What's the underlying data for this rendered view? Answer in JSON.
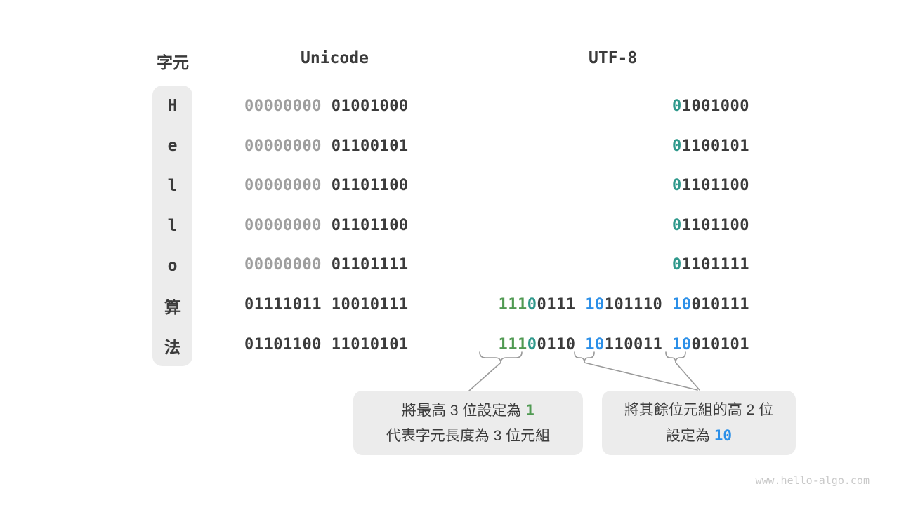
{
  "header": {
    "char": "字元",
    "unicode": "Unicode",
    "utf8": "UTF-8"
  },
  "colors": {
    "dark": "#3b3b3b",
    "gray": "#9e9e9e",
    "green": "#509a52",
    "teal": "#30998c",
    "blue": "#2b8fe8",
    "box_bg": "#ececec",
    "line": "#9a9a9a",
    "watermark": "#c9c9c9"
  },
  "rows": [
    {
      "char": "H",
      "unicode": [
        [
          {
            "t": "00000000",
            "c": "gray"
          }
        ],
        [
          {
            "t": "01001000",
            "c": "dark"
          }
        ]
      ],
      "utf8": [
        [
          {
            "t": "0",
            "c": "teal"
          },
          {
            "t": "1001000",
            "c": "dark"
          }
        ]
      ]
    },
    {
      "char": "e",
      "unicode": [
        [
          {
            "t": "00000000",
            "c": "gray"
          }
        ],
        [
          {
            "t": "01100101",
            "c": "dark"
          }
        ]
      ],
      "utf8": [
        [
          {
            "t": "0",
            "c": "teal"
          },
          {
            "t": "1100101",
            "c": "dark"
          }
        ]
      ]
    },
    {
      "char": "l",
      "unicode": [
        [
          {
            "t": "00000000",
            "c": "gray"
          }
        ],
        [
          {
            "t": "01101100",
            "c": "dark"
          }
        ]
      ],
      "utf8": [
        [
          {
            "t": "0",
            "c": "teal"
          },
          {
            "t": "1101100",
            "c": "dark"
          }
        ]
      ]
    },
    {
      "char": "l",
      "unicode": [
        [
          {
            "t": "00000000",
            "c": "gray"
          }
        ],
        [
          {
            "t": "01101100",
            "c": "dark"
          }
        ]
      ],
      "utf8": [
        [
          {
            "t": "0",
            "c": "teal"
          },
          {
            "t": "1101100",
            "c": "dark"
          }
        ]
      ]
    },
    {
      "char": "o",
      "unicode": [
        [
          {
            "t": "00000000",
            "c": "gray"
          }
        ],
        [
          {
            "t": "01101111",
            "c": "dark"
          }
        ]
      ],
      "utf8": [
        [
          {
            "t": "0",
            "c": "teal"
          },
          {
            "t": "1101111",
            "c": "dark"
          }
        ]
      ]
    },
    {
      "char": "算",
      "unicode": [
        [
          {
            "t": "01111011",
            "c": "dark"
          }
        ],
        [
          {
            "t": "10010111",
            "c": "dark"
          }
        ]
      ],
      "utf8": [
        [
          {
            "t": "111",
            "c": "green"
          },
          {
            "t": "0",
            "c": "teal"
          },
          {
            "t": "0111",
            "c": "dark"
          }
        ],
        [
          {
            "t": "10",
            "c": "blue"
          },
          {
            "t": "101110",
            "c": "dark"
          }
        ],
        [
          {
            "t": "10",
            "c": "blue"
          },
          {
            "t": "010111",
            "c": "dark"
          }
        ]
      ]
    },
    {
      "char": "法",
      "unicode": [
        [
          {
            "t": "01101100",
            "c": "dark"
          }
        ],
        [
          {
            "t": "11010101",
            "c": "dark"
          }
        ]
      ],
      "utf8": [
        [
          {
            "t": "111",
            "c": "green"
          },
          {
            "t": "0",
            "c": "teal"
          },
          {
            "t": "0110",
            "c": "dark"
          }
        ],
        [
          {
            "t": "10",
            "c": "blue"
          },
          {
            "t": "110011",
            "c": "dark"
          }
        ],
        [
          {
            "t": "10",
            "c": "blue"
          },
          {
            "t": "010101",
            "c": "dark"
          }
        ]
      ]
    }
  ],
  "callouts": {
    "left": {
      "line1_prefix": "將最高 3 位設定為 ",
      "line1_highlight": "1",
      "line2": "代表字元長度為 3 位元組"
    },
    "right": {
      "line1": "將其餘位元組的高 2 位",
      "line2_prefix": "設定為 ",
      "line2_highlight": "10"
    }
  },
  "watermark": "www.hello-algo.com"
}
